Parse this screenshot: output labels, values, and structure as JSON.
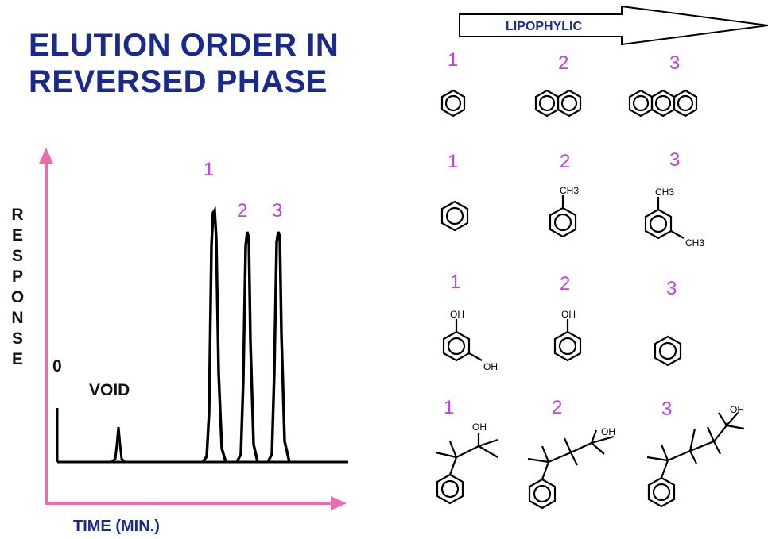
{
  "title": "ELUTION ORDER IN REVERSED PHASE",
  "chromatogram": {
    "y_axis_label": "RESPONSE",
    "x_axis_label": "TIME (MIN.)",
    "zero_label": "0",
    "void_label": "VOID",
    "peak_labels": [
      "1",
      "2",
      "3"
    ]
  },
  "lipophylic_arrow": {
    "label": "LIPOPHYLIC"
  },
  "structure_rows": [
    {
      "numbers": [
        "1",
        "2",
        "3"
      ],
      "structures": [
        "benzene",
        "naphthalene",
        "anthracene"
      ]
    },
    {
      "numbers": [
        "1",
        "2",
        "3"
      ],
      "structures": [
        "benzene",
        "toluene",
        "m-xylene"
      ],
      "labels": [
        "CH3",
        "CH3",
        "CH3"
      ]
    },
    {
      "numbers": [
        "1",
        "2",
        "3"
      ],
      "structures": [
        "resorcinol",
        "phenol",
        "benzene"
      ],
      "labels": [
        "OH",
        "OH",
        "OH"
      ]
    },
    {
      "numbers": [
        "1",
        "2",
        "3"
      ],
      "structures": [
        "phenyl-alcohol-1",
        "phenyl-alcohol-2",
        "phenyl-alcohol-3"
      ],
      "labels": [
        "OH",
        "OH",
        "OH"
      ]
    }
  ],
  "colors": {
    "title": "#1a2a8c",
    "axes": "#f06ab0",
    "peak_numbers": "#c040e0",
    "trace": "#000000"
  }
}
